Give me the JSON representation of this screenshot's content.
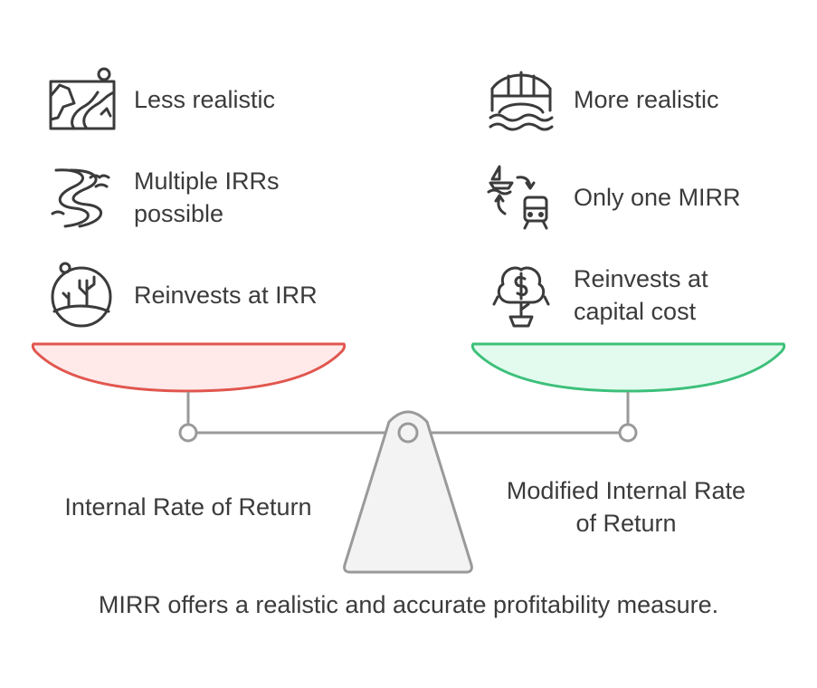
{
  "left": {
    "title": "Internal Rate of Return",
    "items": [
      {
        "icon": "canyon-icon",
        "label": "Less realistic"
      },
      {
        "icon": "winding-river-icon",
        "label": "Multiple IRRs\npossible"
      },
      {
        "icon": "desert-plant-icon",
        "label": "Reinvests at IRR"
      }
    ],
    "pan_color": "#ffe9e9",
    "pan_stroke": "#e0564e"
  },
  "right": {
    "title": "Modified Internal Rate\nof Return",
    "items": [
      {
        "icon": "bridge-icon",
        "label": "More realistic"
      },
      {
        "icon": "boat-to-train-icon",
        "label": "Only one MIRR"
      },
      {
        "icon": "money-tree-icon",
        "label": "Reinvests at\ncapital cost"
      }
    ],
    "pan_color": "#e3fbee",
    "pan_stroke": "#3cc07a"
  },
  "footer": "MIRR offers a realistic and accurate profitability measure."
}
